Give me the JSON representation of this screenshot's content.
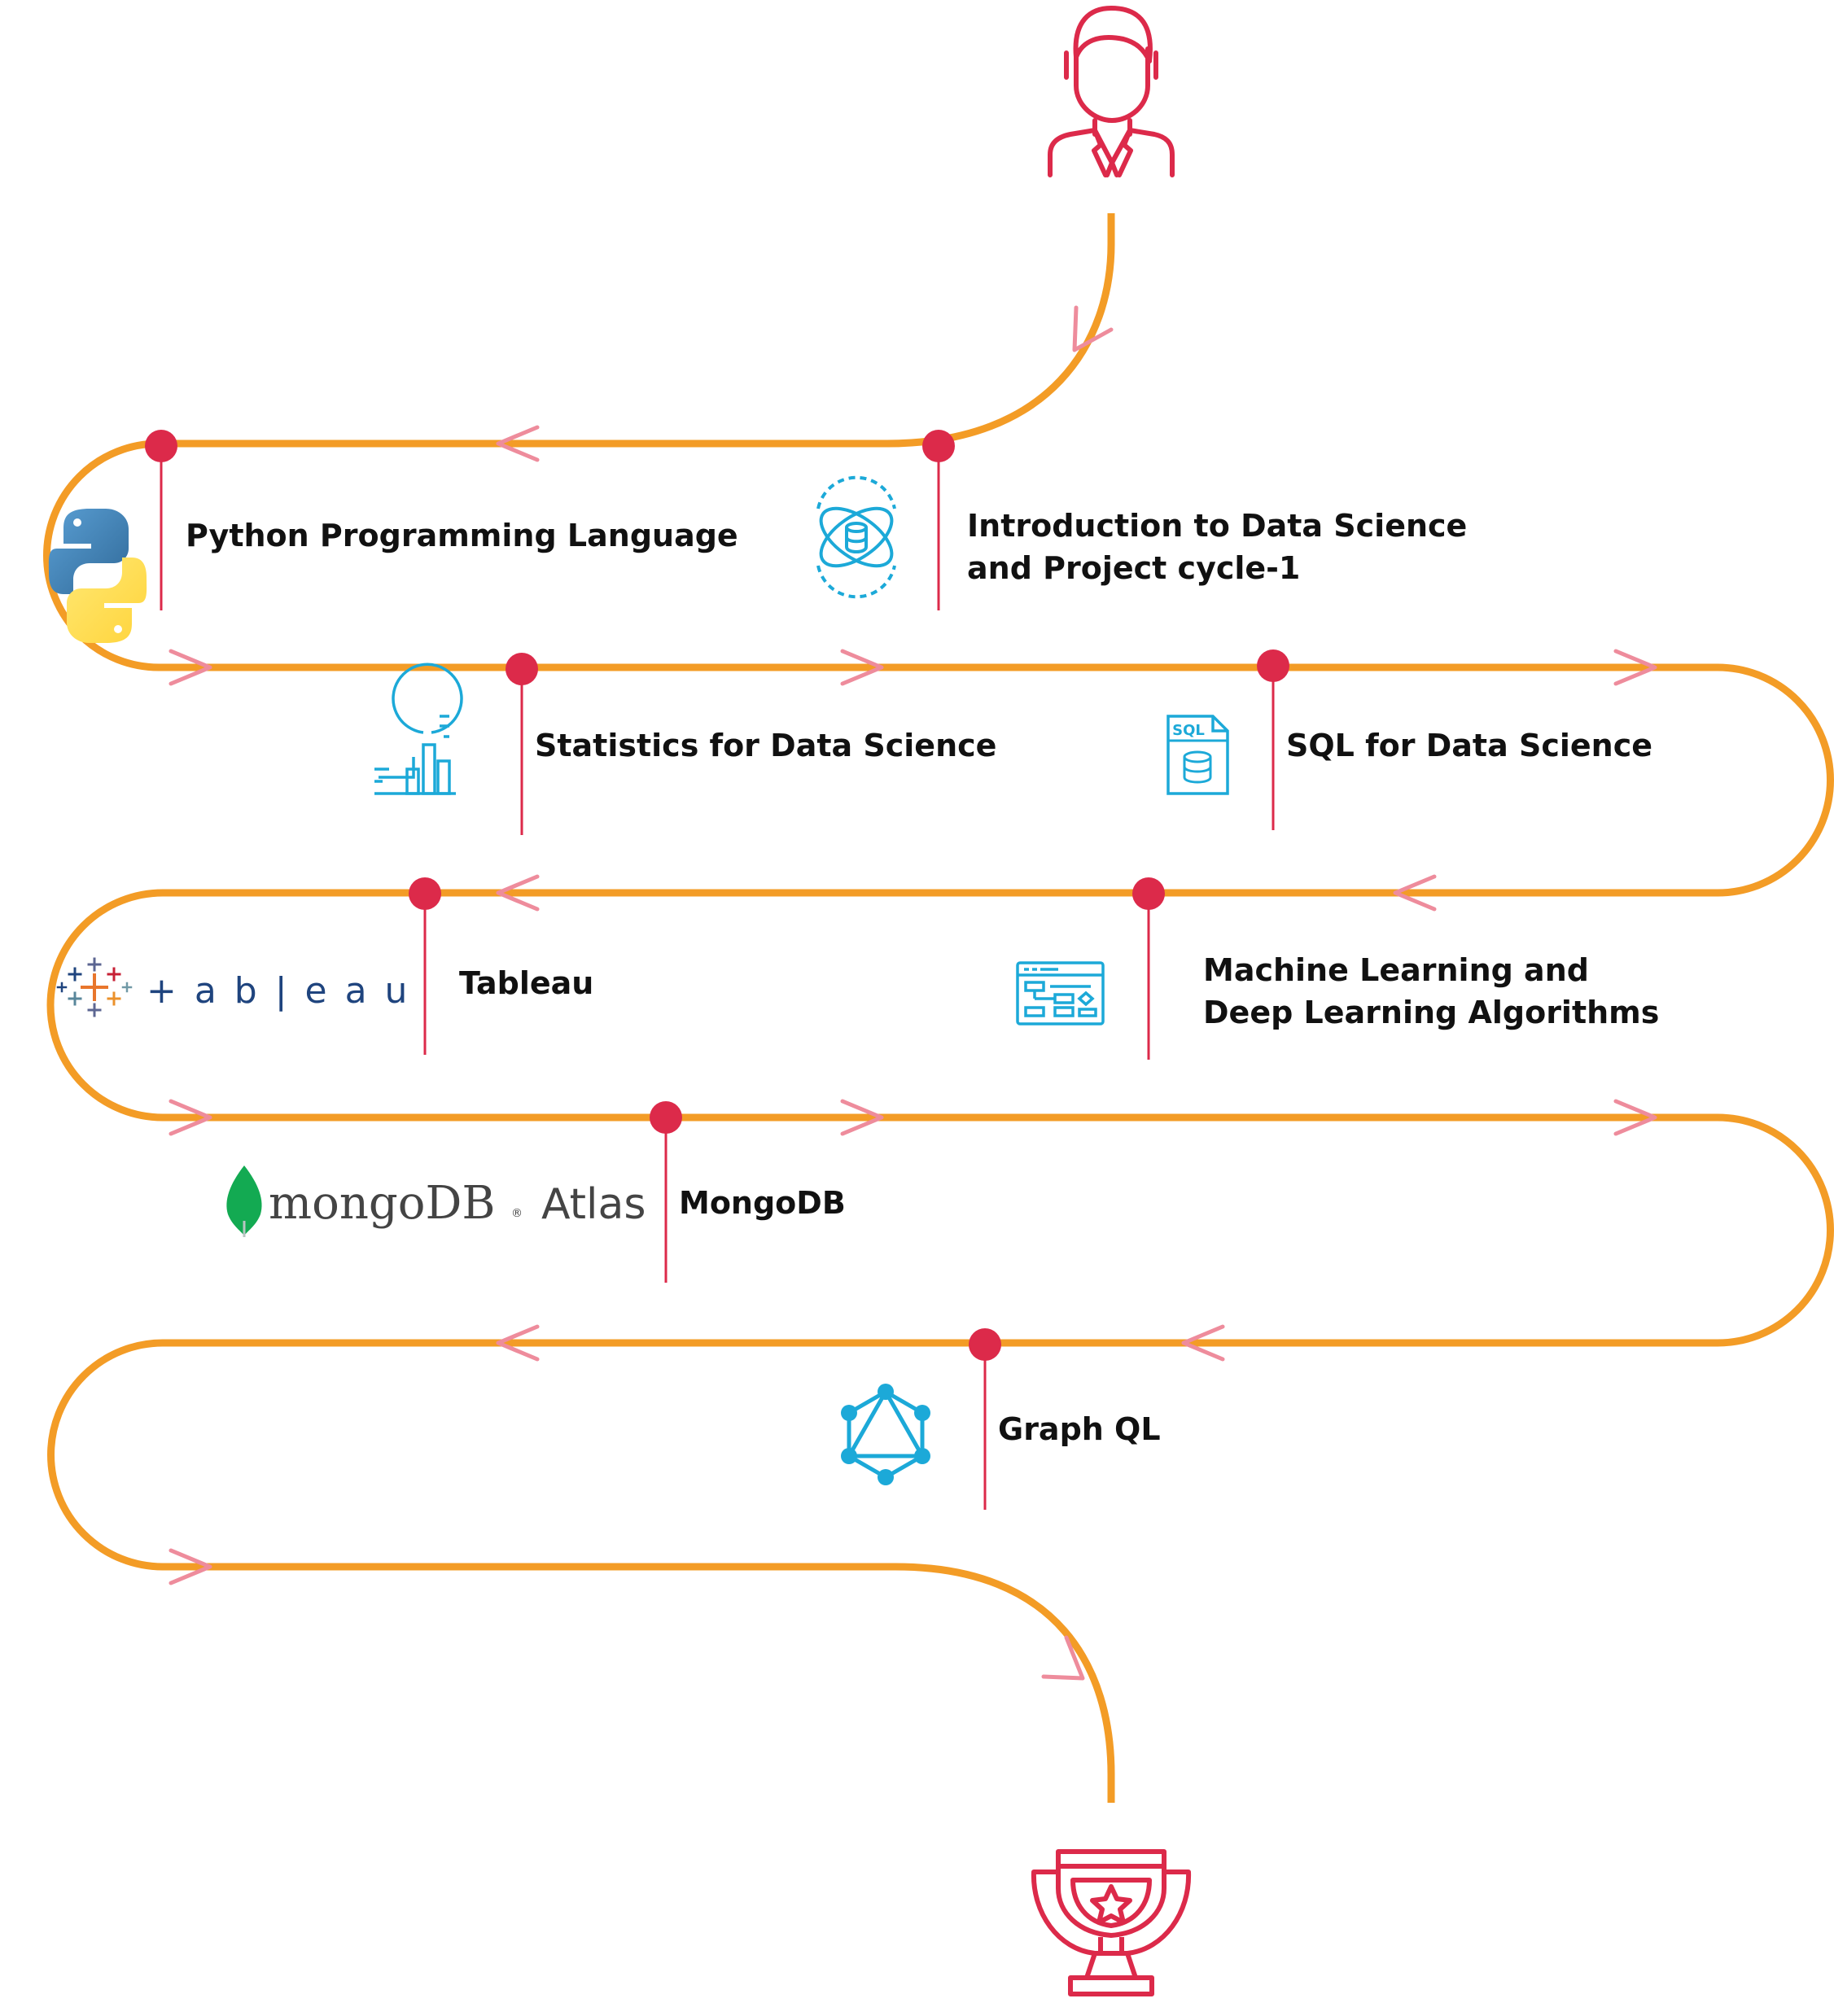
{
  "colors": {
    "path": "#F39C26",
    "marker": "#DC2A4A",
    "arrow": "#EE8C9C",
    "icon_blue": "#1CA9D8",
    "python_blue": "#3A73A8",
    "python_yellow": "#F7CF45",
    "mongo_green": "#13AA52",
    "text": "#111111"
  },
  "steps": [
    {
      "id": "intro",
      "title": "Introduction to Data Science and Project cycle-1",
      "lines": [
        "Introduction to Data Science",
        "and Project cycle-1"
      ],
      "icon": "data-science-atom-icon"
    },
    {
      "id": "python",
      "title": "Python Programming Language",
      "lines": [
        "Python Programming Language"
      ],
      "icon": "python-logo-icon"
    },
    {
      "id": "statistics",
      "title": "Statistics for Data Science",
      "lines": [
        "Statistics for Data Science"
      ],
      "icon": "statistics-chart-icon"
    },
    {
      "id": "sql",
      "title": "SQL for Data Science",
      "lines": [
        "SQL for Data Science"
      ],
      "icon": "sql-file-icon",
      "icon_text": "SQL"
    },
    {
      "id": "ml",
      "title": "Machine Learning and Deep Learning Algorithms",
      "lines": [
        "Machine Learning and",
        "Deep Learning Algorithms"
      ],
      "icon": "algorithm-flowchart-icon"
    },
    {
      "id": "tableau",
      "title": "Tableau",
      "lines": [
        "Tableau"
      ],
      "icon": "tableau-logo-icon",
      "logo_text": "+ a b | e a u"
    },
    {
      "id": "mongodb",
      "title": "MongoDB",
      "lines": [
        "MongoDB"
      ],
      "icon": "mongodb-atlas-logo-icon",
      "logo_text": "mongoDB",
      "logo_mark": "®",
      "logo_text_2": "Atlas"
    },
    {
      "id": "graphql",
      "title": "Graph QL",
      "lines": [
        "Graph QL"
      ],
      "icon": "graphql-logo-icon"
    }
  ],
  "start_icon": "person-icon",
  "end_icon": "trophy-icon"
}
